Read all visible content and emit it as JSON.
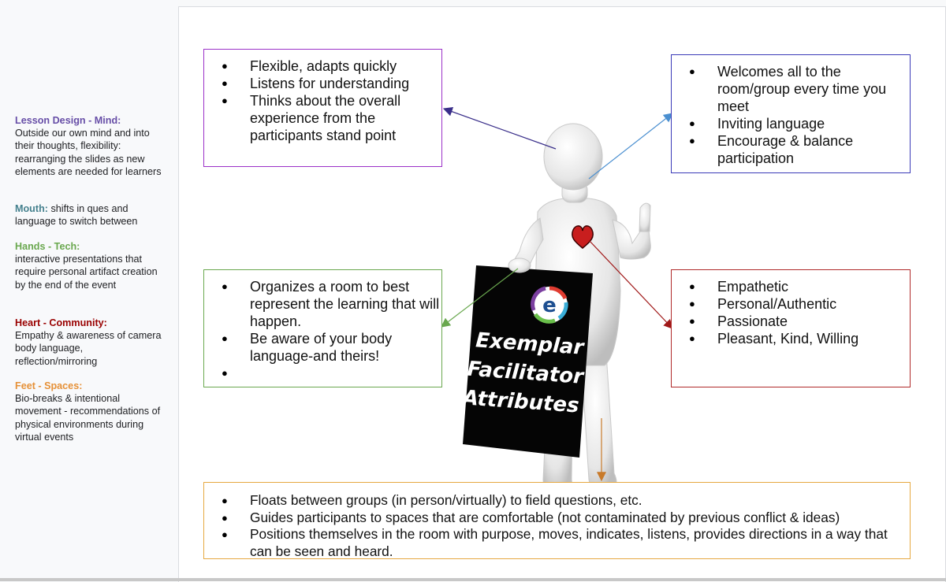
{
  "notes": {
    "mind": {
      "heading": "Lesson Design - Mind:",
      "text": "Outside our own mind and into their thoughts, flexibility: rearranging the slides as new elements are needed for learners",
      "color": "#674ea7"
    },
    "mouth": {
      "heading": "Mouth:",
      "text": " shifts in ques and language to switch between",
      "color": "#45818e"
    },
    "hands": {
      "heading": "Hands - Tech:",
      "text": "interactive presentations that require personal artifact creation by the end of the event",
      "color": "#6aa84f"
    },
    "heart": {
      "heading": "Heart - Community:",
      "text": "Empathy & awareness of camera body language, reflection/mirroring",
      "color": "#990000"
    },
    "feet": {
      "heading": "Feet - Spaces:",
      "text": "Bio-breaks & intentional movement - recommendations of physical environments during virtual events",
      "color": "#e69138"
    }
  },
  "boxes": {
    "mind": [
      "Flexible, adapts quickly",
      "Listens for understanding",
      "Thinks about the overall experience from the participants stand point"
    ],
    "mouth": [
      "Welcomes all to the room/group every time you meet",
      "Inviting language",
      "Encourage & balance participation"
    ],
    "hands": [
      "Organizes a room to best represent the learning that will happen.",
      "Be aware of your body language-and theirs!",
      ""
    ],
    "heart": [
      "Empathetic",
      "Personal/Authentic",
      "Passionate",
      "Pleasant, Kind, Willing"
    ],
    "feet": [
      "Floats between groups (in person/virtually) to field questions, etc.",
      "Guides participants to spaces that are comfortable (not contaminated by previous conflict & ideas)",
      "Positions themselves in the room with purpose, moves, indicates, listens, provides directions in a way that can be seen and heard."
    ]
  },
  "sign": {
    "line1": "Exemplar",
    "line2": "Facilitator",
    "line3": "Attributes",
    "logo_letter": "e"
  },
  "colors": {
    "mind": "#9b30c8",
    "mouth": "#3a3ab8",
    "hands": "#6aa84f",
    "heart": "#b02a2a",
    "feet": "#e6a840"
  }
}
